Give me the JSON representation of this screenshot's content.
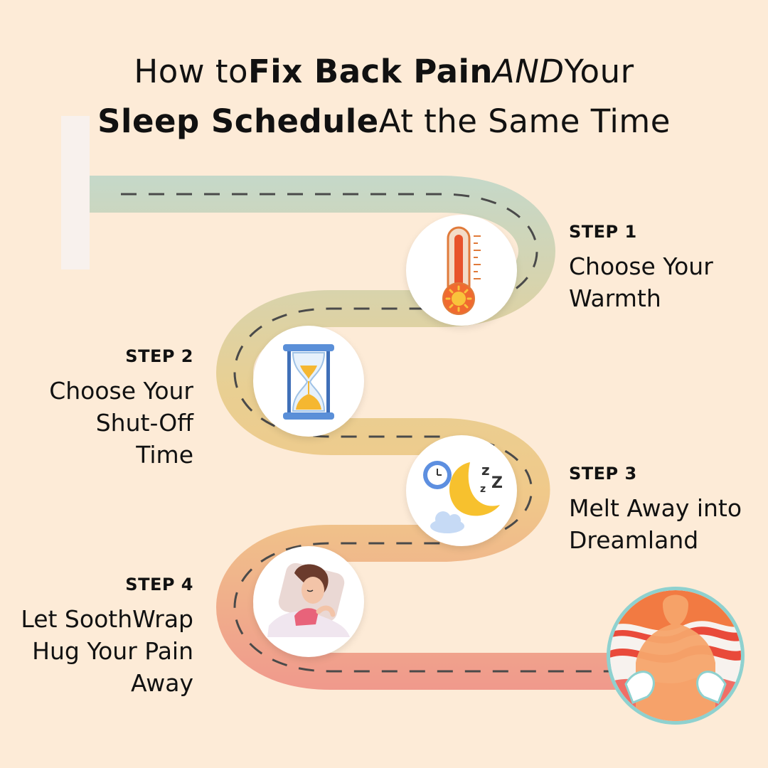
{
  "title": {
    "line1": {
      "part1": "How to ",
      "part2": "Fix Back Pain",
      "part3": " AND",
      "part4": " Your"
    },
    "line2": {
      "part1": "Sleep Schedule",
      "part2": " At the Same Time"
    }
  },
  "steps": [
    {
      "label": "STEP 1",
      "lines": [
        "Choose Your",
        "Warmth"
      ],
      "icon": "thermometer-icon"
    },
    {
      "label": "STEP 2",
      "lines": [
        "Choose Your",
        "Shut-Off",
        "Time"
      ],
      "icon": "hourglass-icon"
    },
    {
      "label": "STEP 3",
      "lines": [
        "Melt Away into",
        "Dreamland"
      ],
      "icon": "moon-clock-icon"
    },
    {
      "label": "STEP 4",
      "lines": [
        "Let SoothWrap",
        "Hug Your Pain",
        "Away"
      ],
      "icon": "sleeping-woman-icon"
    }
  ],
  "colors": {
    "background": "#fdebd7",
    "road_top": "#c5d8c9",
    "road_mid": "#e9cf92",
    "road_bottom": "#f0998c",
    "post": "#f8f1ed",
    "dash": "#4a4a4a"
  },
  "logo": {
    "icon": "soothwrap-logo-icon"
  }
}
